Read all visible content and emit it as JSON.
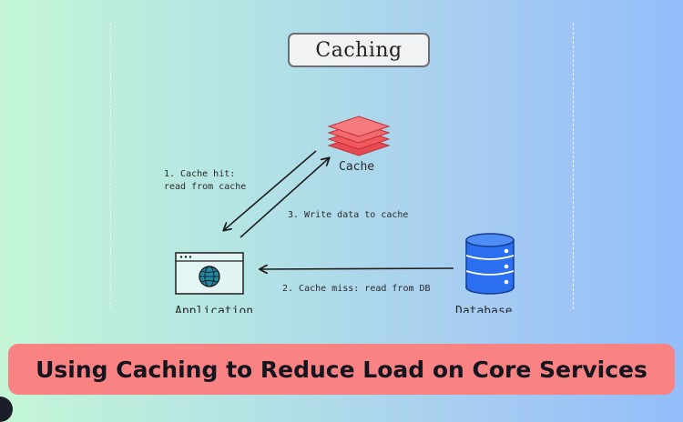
{
  "diagram": {
    "title": "Caching",
    "nodes": {
      "cache": "Cache",
      "application": "Application",
      "database": "Database"
    },
    "edges": {
      "cache_hit_line1": "1. Cache hit:",
      "cache_hit_line2": "read from cache",
      "write_cache": "3. Write data to cache",
      "cache_miss": "2. Cache miss: read from DB"
    }
  },
  "banner": {
    "text": "Using Caching to Reduce Load on Core Services"
  },
  "colors": {
    "cache": "#f0585e",
    "database": "#2b6ff0",
    "banner": "#f98383",
    "globe": "#1f8aa8"
  }
}
